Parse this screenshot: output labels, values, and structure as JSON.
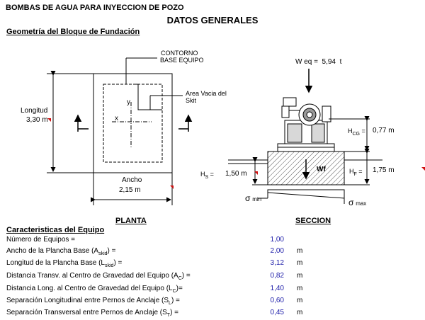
{
  "header": {
    "title": "BOMBAS DE AGUA PARA INYECCION DE POZO",
    "main_title": "DATOS GENERALES",
    "subtitle": "Geometría del Bloque de Fundación"
  },
  "plan": {
    "contorno_line1": "CONTORNO",
    "contorno_line2": "BASE EQUIPO",
    "area_line1": "Area Vacia del",
    "area_line2": "Skit",
    "axis_y": "y",
    "axis_x": "x",
    "longitud_label": "Longitud",
    "longitud_value": "3,30 m",
    "ancho_label": "Ancho",
    "ancho_value": "2,15 m",
    "caption": "PLANTA"
  },
  "section": {
    "weq_label": "W eq =",
    "weq_value": "5,94",
    "weq_unit": "t",
    "hcg_label": "H",
    "hcg_sub": "CG",
    "hcg_value": "0,77 m",
    "hf_label": "H",
    "hf_sub": "F",
    "hf_value": "1,75 m",
    "hs_label": "H",
    "hs_sub": "S",
    "hs_value": "1,50 m",
    "wf_label": "Wf",
    "sigma_min": "min",
    "sigma_max": "max",
    "caption": "SECCION"
  },
  "equipment": {
    "title": "Caracteristicas del Equipo",
    "rows": [
      {
        "name": "Número de Equipos =",
        "value": "1,00",
        "unit": ""
      },
      {
        "name_pre": "Ancho de la Plancha Base (A",
        "name_sub": "skid",
        "name_post": ") =",
        "value": "2,00",
        "unit": "m"
      },
      {
        "name_pre": "Longitud de la Plancha Base (L",
        "name_sub": "skid",
        "name_post": ") =",
        "value": "3,12",
        "unit": "m"
      },
      {
        "name_pre": "Distancia Transv. al Centro de Gravedad del Equipo (A",
        "name_sub": "C",
        "name_post": ") =",
        "value": "0,82",
        "unit": "m"
      },
      {
        "name_pre": "Distancia Long. al Centro de Gravedad del Equipo (L",
        "name_sub": "C",
        "name_post": ")=",
        "value": "1,40",
        "unit": "m"
      },
      {
        "name_pre": "Separación Longitudinal entre Pernos de Anclaje (S",
        "name_sub": "L",
        "name_post": ") =",
        "value": "0,60",
        "unit": "m"
      },
      {
        "name_pre": "Separación Transversal entre Pernos de Anclaje (S",
        "name_sub": "T",
        "name_post": ") =",
        "value": "0,45",
        "unit": "m"
      }
    ]
  },
  "colors": {
    "value_blue": "#1a1aa8",
    "marker_red": "#d01010",
    "hatch": "#555555"
  }
}
